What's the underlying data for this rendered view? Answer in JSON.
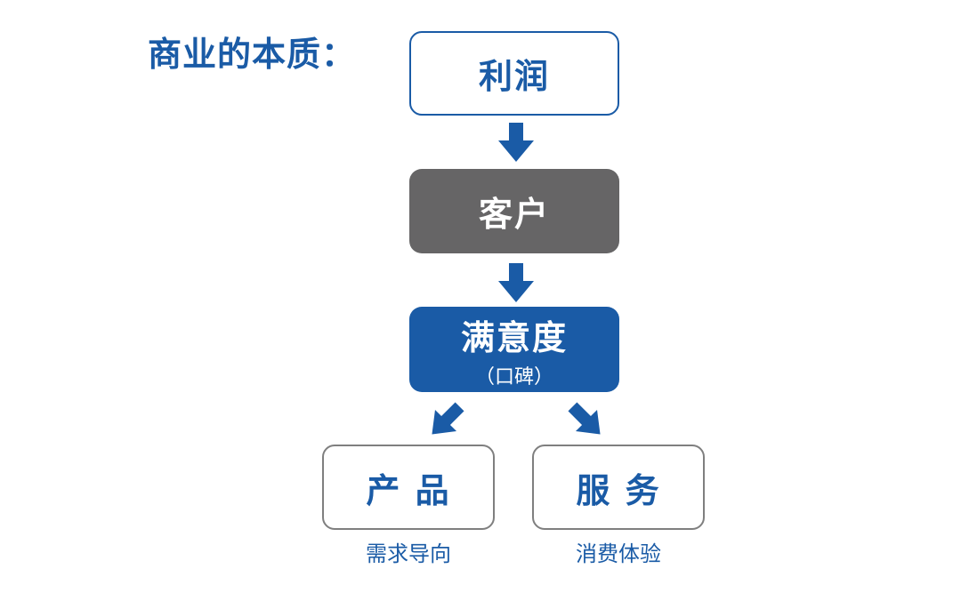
{
  "title": "商业的本质：",
  "nodes": {
    "profit": {
      "label": "利润"
    },
    "customer": {
      "label": "客户"
    },
    "satisfaction": {
      "label": "满意度",
      "sublabel": "（口碑）"
    },
    "product": {
      "label": "产 品",
      "caption": "需求导向"
    },
    "service": {
      "label": "服 务",
      "caption": "消费体验"
    }
  },
  "colors": {
    "brand_blue": "#1a5ba6",
    "node_gray": "#666566",
    "outline_gray": "#7f7f7f"
  }
}
